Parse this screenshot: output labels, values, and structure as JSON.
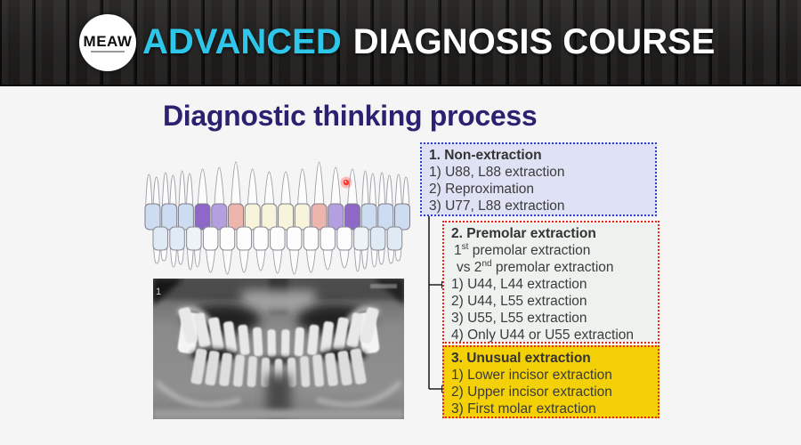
{
  "header": {
    "logo_text": "MEAW",
    "title_highlight": "ADVANCED",
    "title_rest": "DIAGNOSIS COURSE",
    "accent_color": "#2ec7ea",
    "text_color": "#ffffff"
  },
  "slide": {
    "title": "Diagnostic thinking process",
    "title_color": "#2a2270",
    "background_color": "#f5f5f6",
    "xray_corner_label": "1"
  },
  "tooth_chart": {
    "marker_color": "#ff3b2f",
    "outline_color": "#a0a0a8",
    "upper_crown_colors": [
      "#cddcf1",
      "#cddcf1",
      "#cddcf1",
      "#8d68c8",
      "#b49fe0",
      "#eeb5ac",
      "#f7f4db",
      "#f7f4db",
      "#f7f4db",
      "#f7f4db",
      "#eeb5ac",
      "#b49fe0",
      "#8d68c8",
      "#cddcf1",
      "#cddcf1",
      "#cddcf1"
    ],
    "lower_crown_colors": [
      "#dfeaf5",
      "#dfeaf5",
      "#eef3f8",
      "#fdfdfd",
      "#fdfdfd",
      "#fdfdfd",
      "#fdfdfd",
      "#fdfdfd",
      "#fdfdfd",
      "#fdfdfd",
      "#fdfdfd",
      "#fdfdfd",
      "#eef3f8",
      "#dfeaf5",
      "#dfeaf5"
    ]
  },
  "flowchart": {
    "connector_color": "#222222",
    "box1": {
      "title": "1. Non-extraction",
      "items": [
        "1) U88, L88 extraction",
        "2) Reproximation",
        "3) U77, L88 extraction"
      ],
      "background": "#dfe1f4",
      "border_color": "#3040cf"
    },
    "box2": {
      "title": "2. Premolar extraction",
      "subline1": {
        "num": "1",
        "sup": "st",
        "rest": " premolar extraction"
      },
      "subline2": {
        "pre": "vs 2",
        "sup": "nd",
        "rest": " premolar extraction"
      },
      "items": [
        "1) U44, L44 extraction",
        "2) U44, L55 extraction",
        "3) U55, L55 extraction",
        "4) Only U44 or U55 extraction"
      ],
      "background": "#edf2ef",
      "border_color": "#e3271a"
    },
    "box3": {
      "title": "3. Unusual extraction",
      "items": [
        "1) Lower incisor extraction",
        "2) Upper incisor extraction",
        "3) First molar extraction"
      ],
      "background": "#f4d106",
      "border_color": "#e3271a"
    }
  }
}
